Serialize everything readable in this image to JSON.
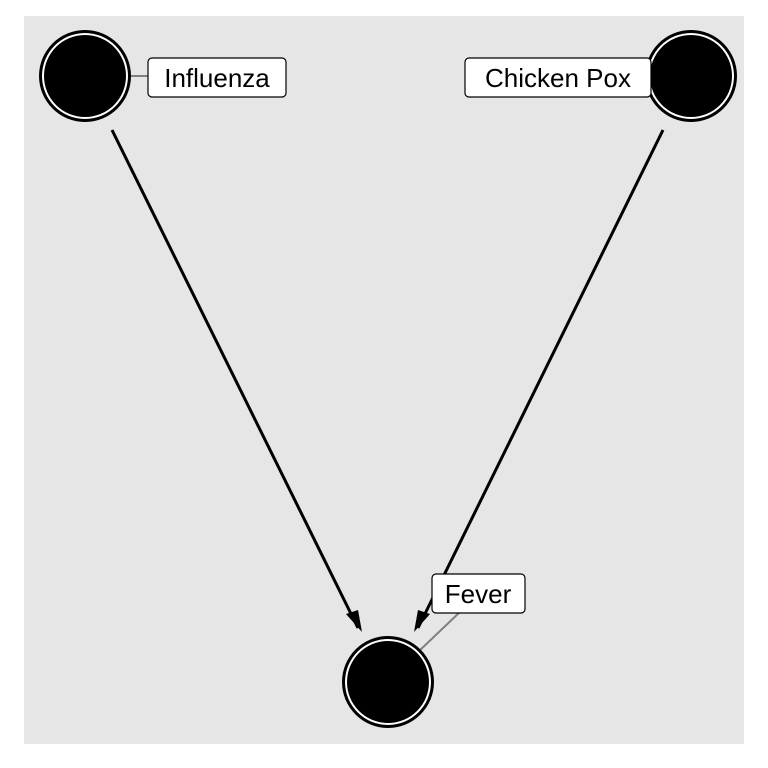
{
  "diagram": {
    "type": "directed-acyclic-graph",
    "colors": {
      "background": "#ffffff",
      "panel": "#e6e6e6",
      "node_fill": "#000000",
      "node_ring": "#000000",
      "edge": "#000000",
      "label_bg": "#ffffff",
      "label_border": "#000000",
      "leader_line": "#808080"
    },
    "nodes": [
      {
        "id": "influenza",
        "label": "Influenza"
      },
      {
        "id": "chicken_pox",
        "label": "Chicken Pox"
      },
      {
        "id": "fever",
        "label": "Fever"
      }
    ],
    "edges": [
      {
        "from": "influenza",
        "to": "fever"
      },
      {
        "from": "chicken_pox",
        "to": "fever"
      }
    ]
  }
}
